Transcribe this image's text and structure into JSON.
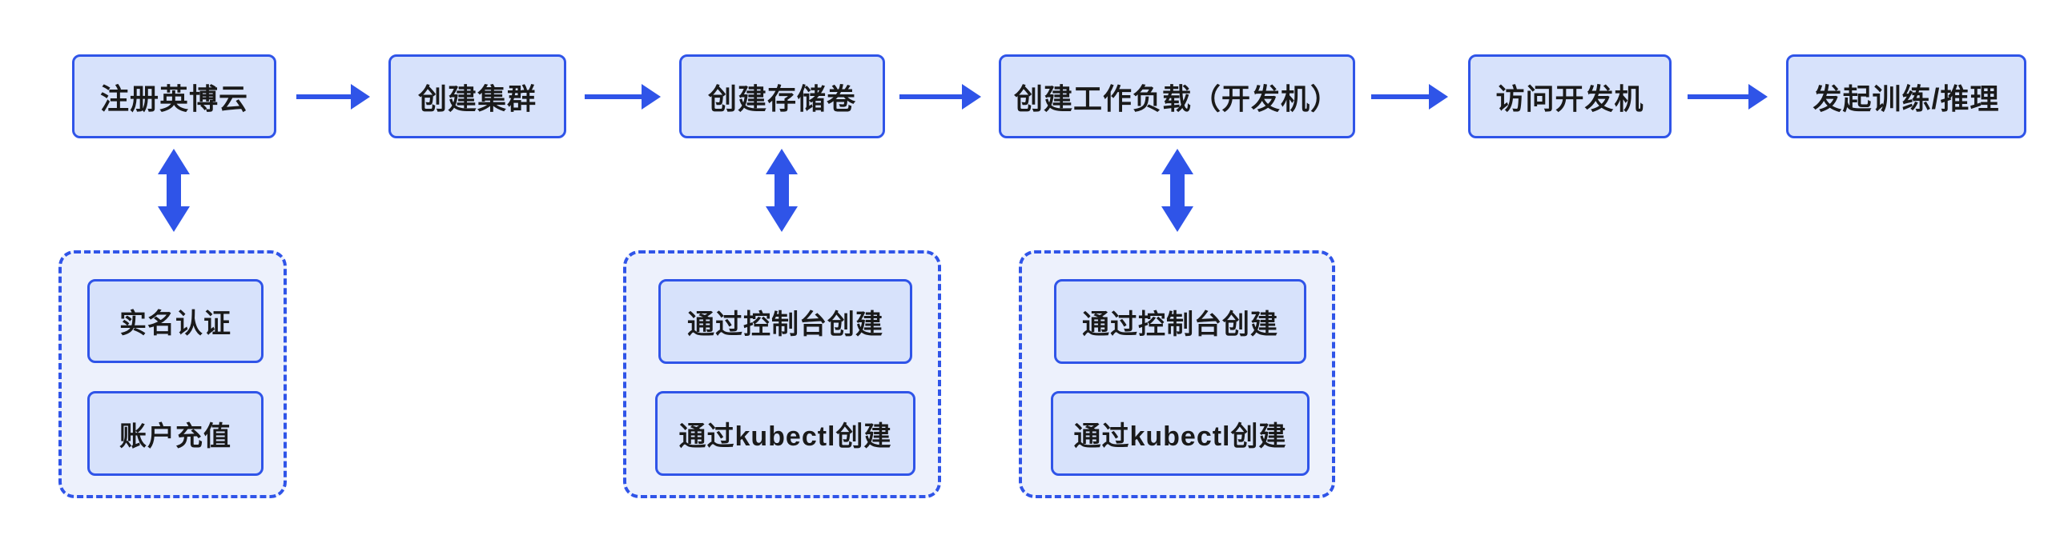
{
  "canvas": {
    "background": "#FFFFFF"
  },
  "colors": {
    "accent": "#2F54E8",
    "box_fill": "#D7E2FB",
    "group_fill": "#EDF1FC",
    "text": "#1A1A1A"
  },
  "flow": {
    "steps": [
      {
        "label": "注册英博云"
      },
      {
        "label": "创建集群"
      },
      {
        "label": "创建存储卷"
      },
      {
        "label": "创建工作负载（开发机）"
      },
      {
        "label": "访问开发机"
      },
      {
        "label": "发起训练/推理"
      }
    ],
    "sub_groups": [
      {
        "attached_step_index": 0,
        "items": [
          {
            "label": "实名认证"
          },
          {
            "label": "账户充值"
          }
        ]
      },
      {
        "attached_step_index": 2,
        "items": [
          {
            "label": "通过控制台创建"
          },
          {
            "label": "通过kubectl创建"
          }
        ]
      },
      {
        "attached_step_index": 3,
        "items": [
          {
            "label": "通过控制台创建"
          },
          {
            "label": "通过kubectl创建"
          }
        ]
      }
    ]
  }
}
